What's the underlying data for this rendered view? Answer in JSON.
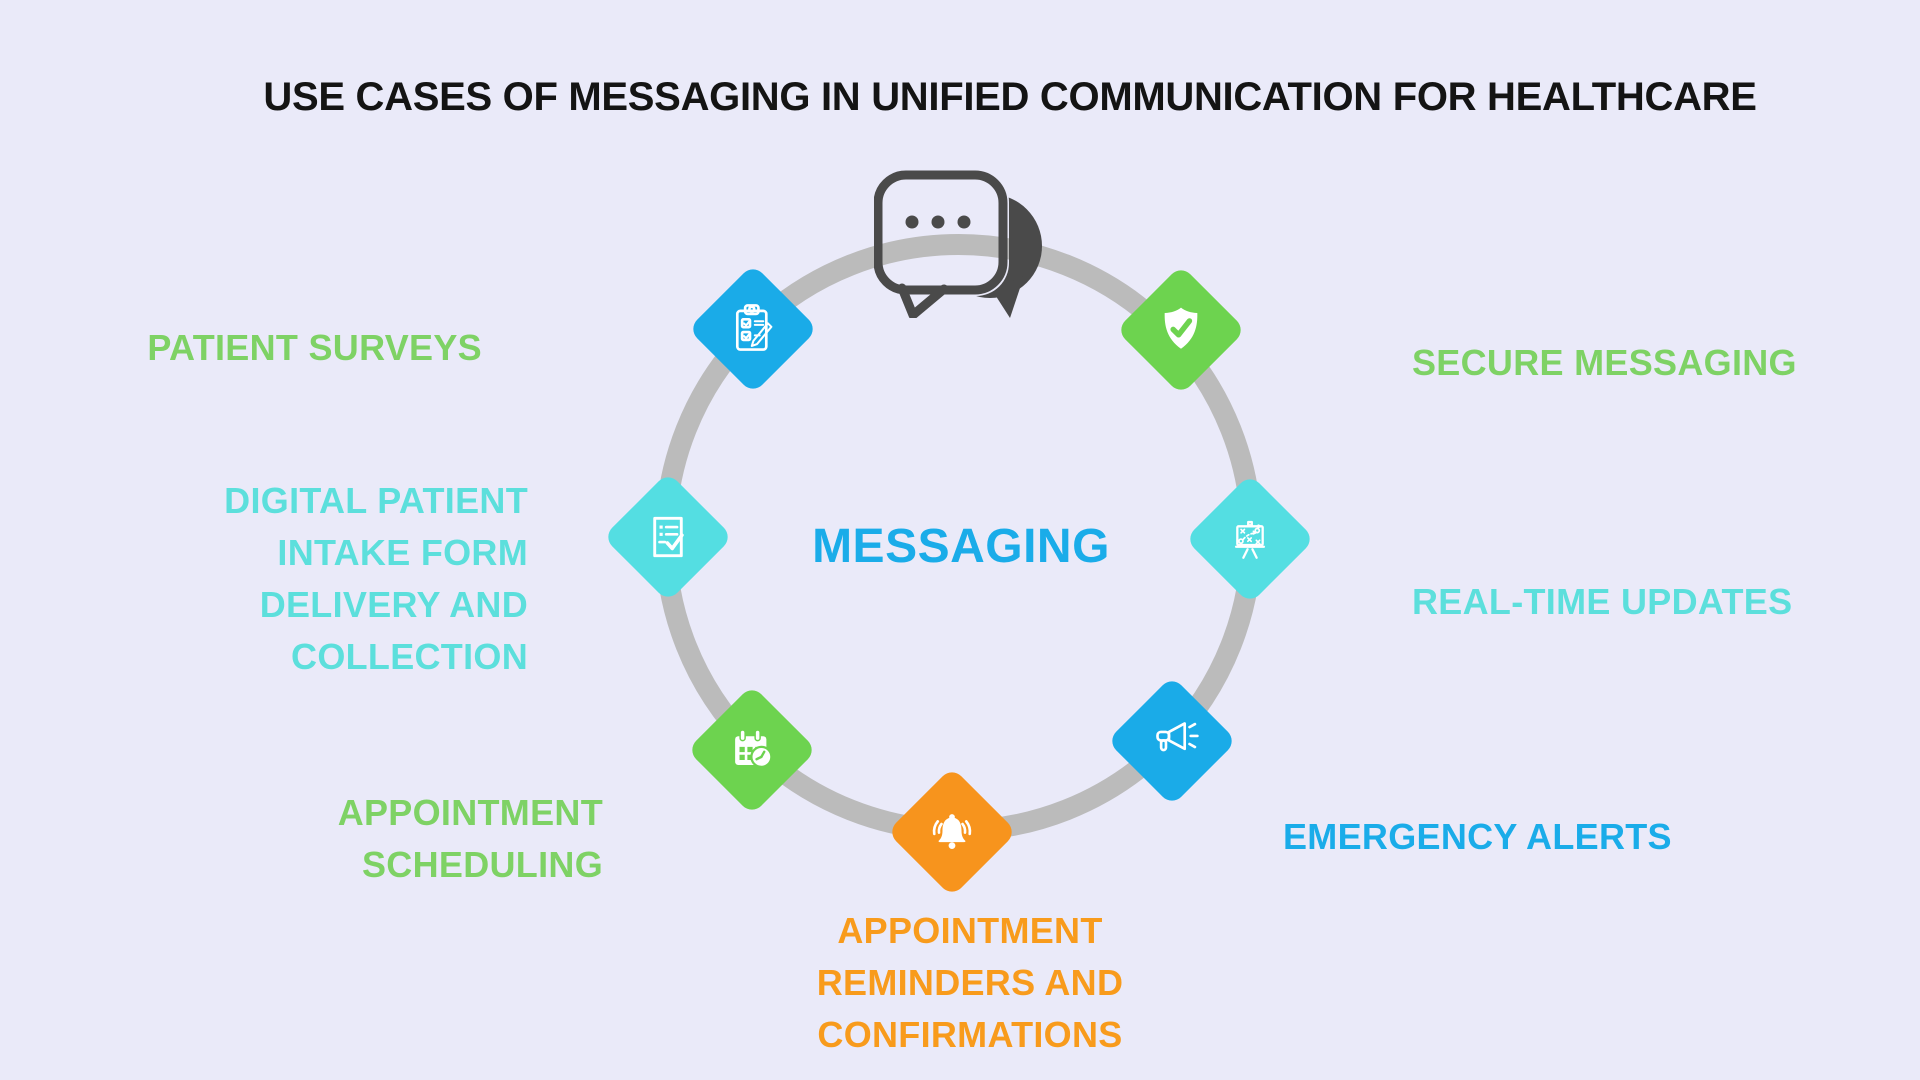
{
  "title": "USE CASES OF MESSAGING IN UNIFIED COMMUNICATION FOR HEALTHCARE",
  "center_label": "MESSAGING",
  "colors": {
    "background": "#EAEAF9",
    "ring": "#BBBBBB",
    "title_text": "#141414",
    "center_text": "#1AACE9",
    "chat_icon": "#4A4A4A",
    "blue": "#1AABE8",
    "green": "#6DD34F",
    "green_text": "#7ED265",
    "cyan": "#54DEE2",
    "cyan_text": "#5CDFDC",
    "orange": "#F7941D",
    "orange_text": "#F89B1C"
  },
  "nodes": [
    {
      "id": "patient-surveys",
      "label": "PATIENT SURVEYS",
      "icon": "clipboard-checklist-icon",
      "diamond_color": "#1AABE8",
      "label_color": "#7ED265",
      "position": "top-left"
    },
    {
      "id": "secure-messaging",
      "label": "SECURE MESSAGING",
      "icon": "shield-check-icon",
      "diamond_color": "#6DD34F",
      "label_color": "#7ED265",
      "position": "top-right"
    },
    {
      "id": "digital-patient-intake",
      "label": "DIGITAL PATIENT\nINTAKE FORM\nDELIVERY AND\nCOLLECTION",
      "icon": "document-checklist-icon",
      "diamond_color": "#54DEE2",
      "label_color": "#5CDFDC",
      "position": "left"
    },
    {
      "id": "real-time-updates",
      "label": "REAL-TIME UPDATES",
      "icon": "strategy-board-icon",
      "diamond_color": "#54DEE2",
      "label_color": "#5CDFDC",
      "position": "right"
    },
    {
      "id": "appointment-scheduling",
      "label": "APPOINTMENT\nSCHEDULING",
      "icon": "calendar-clock-icon",
      "diamond_color": "#6DD34F",
      "label_color": "#7ED265",
      "position": "bottom-left"
    },
    {
      "id": "emergency-alerts",
      "label": "EMERGENCY ALERTS",
      "icon": "megaphone-icon",
      "diamond_color": "#1AABE8",
      "label_color": "#1AACE9",
      "position": "bottom-right"
    },
    {
      "id": "appointment-reminders",
      "label": "APPOINTMENT\nREMINDERS AND\nCONFIRMATIONS",
      "icon": "bell-icon",
      "diamond_color": "#F7941D",
      "label_color": "#F89B1C",
      "position": "bottom"
    }
  ]
}
